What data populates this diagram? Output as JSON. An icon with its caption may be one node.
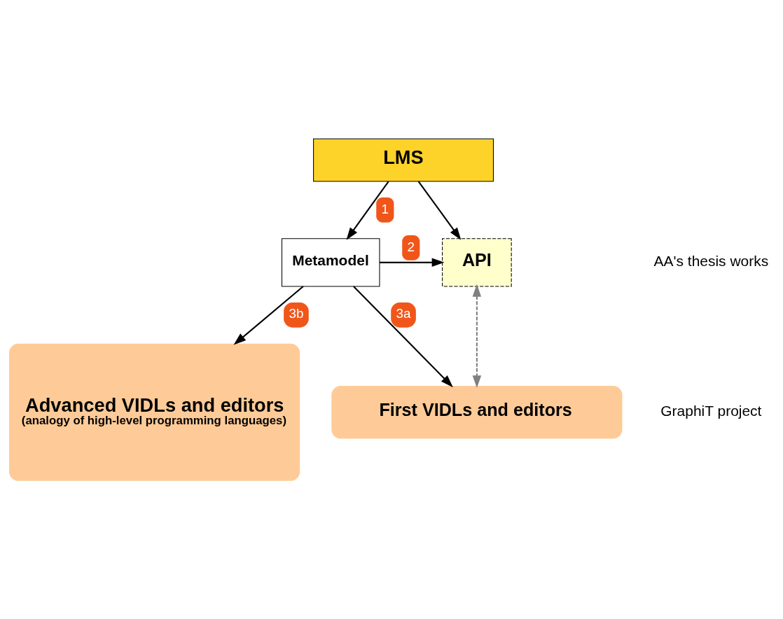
{
  "diagram": {
    "nodes": [
      {
        "text": [
          "LMS"
        ]
      },
      {
        "text": [
          "Metamodel"
        ]
      },
      {
        "text": [
          "API"
        ]
      },
      {
        "text": [
          "First VIDLs and editors"
        ]
      },
      {
        "text": [
          "Advanced VIDLs and editors",
          "(analogy of high-level programming languages)"
        ]
      }
    ],
    "edges": [
      {
        "from": 0,
        "to": 1,
        "arrow": "to",
        "label": "1"
      },
      {
        "from": 0,
        "to": 2,
        "arrow": "to"
      },
      {
        "from": 1,
        "to": 2,
        "arrow": "to",
        "label": "2"
      },
      {
        "from": 1,
        "to": 3,
        "arrow": "to",
        "label": "3a"
      },
      {
        "from": 1,
        "to": 4,
        "arrow": "to",
        "label": "3b"
      },
      {
        "from": 2,
        "to": 3,
        "arrow": "both",
        "style": "dashed",
        "color": "#808080"
      }
    ],
    "labels": [
      "AA's thesis works",
      "GraphiT project"
    ]
  }
}
